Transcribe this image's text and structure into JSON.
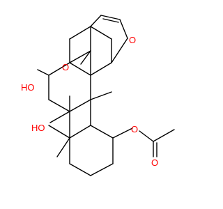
{
  "molecule": {
    "atom_labels": {
      "ketone_o": "O",
      "furan_o": "O",
      "oh_top": "HO",
      "oh_bottom": "HO",
      "ester_o": "O",
      "carbonyl_o": "O"
    },
    "colors": {
      "bond": "#000000",
      "heteroatom": "#ff0000",
      "background": "#ffffff"
    }
  }
}
